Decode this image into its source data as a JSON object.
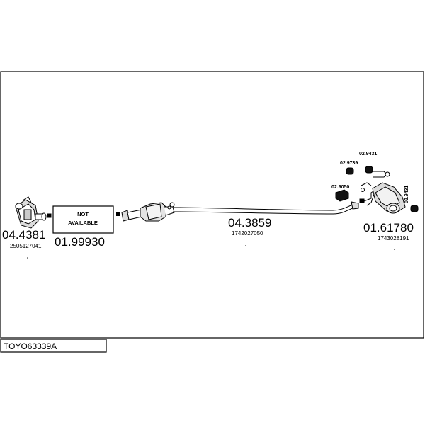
{
  "diagram_code": "TOYO63339A",
  "na_box": {
    "line1": "NOT",
    "line2": "AVAILABLE"
  },
  "parts": [
    {
      "id": "front-cat",
      "number": "04.4381",
      "sub": "2505127041"
    },
    {
      "id": "na-part",
      "number": "01.99930",
      "sub": ""
    },
    {
      "id": "center-pipe",
      "number": "04.3859",
      "sub": "1742027050"
    },
    {
      "id": "rear-muffler",
      "number": "01.61780",
      "sub": "1743028191"
    }
  ],
  "small_parts": [
    {
      "id": "hanger-a",
      "number": "02.9431"
    },
    {
      "id": "hanger-b",
      "number": "02.9739"
    },
    {
      "id": "hanger-c",
      "number": "02.9050"
    },
    {
      "id": "hanger-d",
      "number": "02.9431"
    }
  ]
}
